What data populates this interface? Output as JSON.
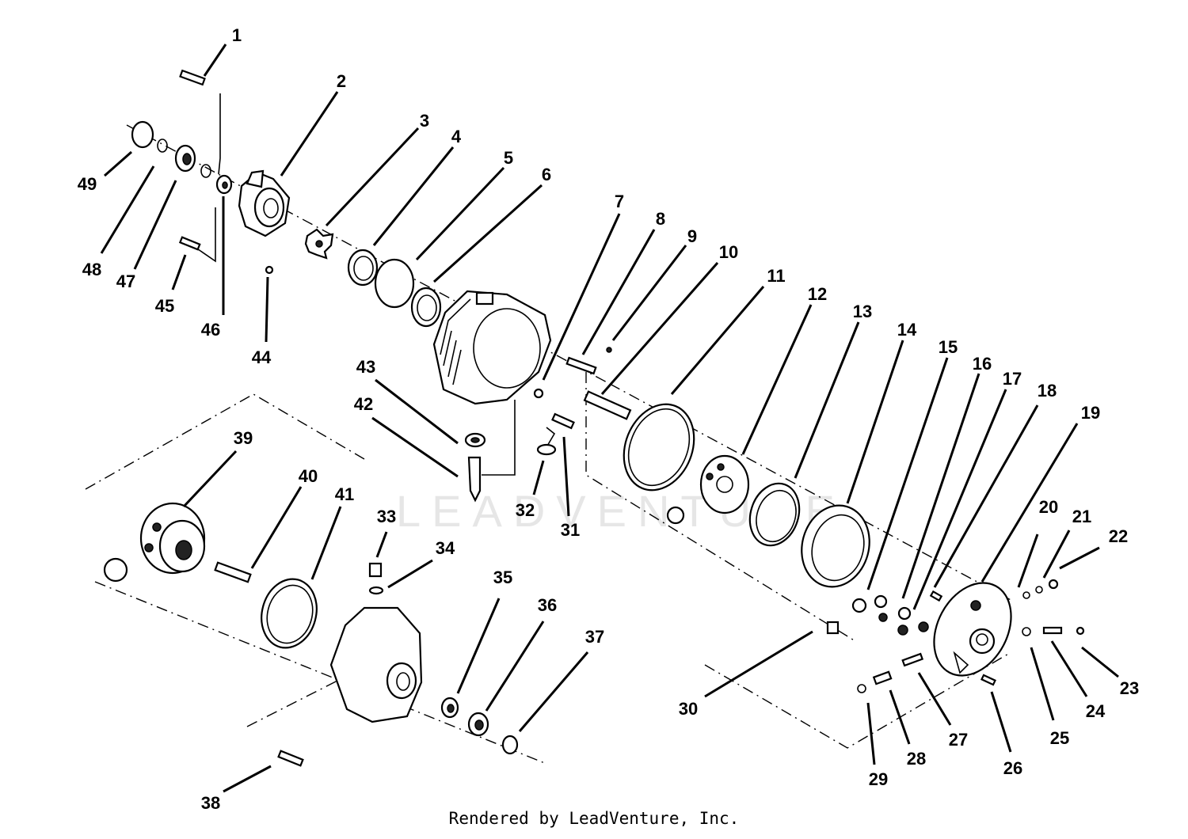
{
  "diagram": {
    "watermark_text": "LEADVENTURE",
    "footer": "Rendered by LeadVenture, Inc.",
    "callouts": [
      "1",
      "2",
      "3",
      "4",
      "5",
      "6",
      "7",
      "8",
      "9",
      "10",
      "11",
      "12",
      "13",
      "14",
      "15",
      "16",
      "17",
      "18",
      "19",
      "20",
      "21",
      "22",
      "23",
      "24",
      "25",
      "26",
      "27",
      "28",
      "29",
      "30",
      "31",
      "32",
      "33",
      "34",
      "35",
      "36",
      "37",
      "38",
      "39",
      "40",
      "41",
      "42",
      "43",
      "44",
      "45",
      "46",
      "47",
      "48",
      "49"
    ]
  }
}
